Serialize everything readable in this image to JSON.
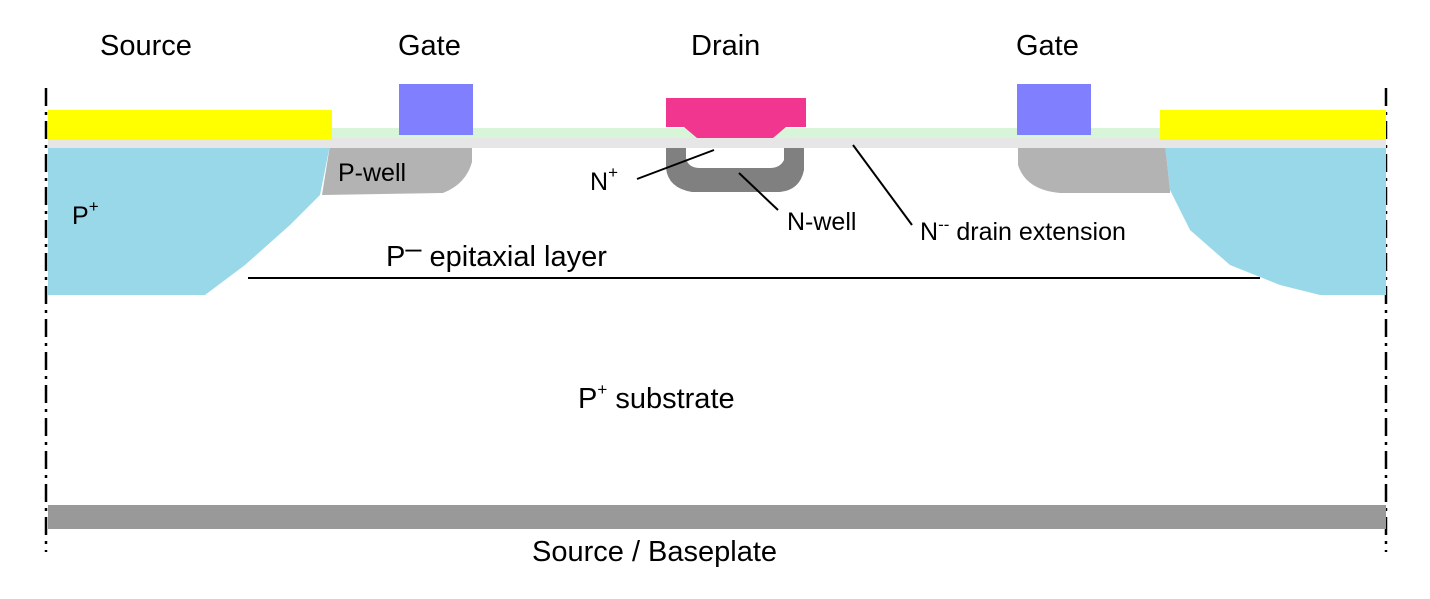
{
  "labels": {
    "source": "Source",
    "gate_left": "Gate",
    "drain": "Drain",
    "gate_right": "Gate",
    "p_well": "P-well",
    "n_plus_base": "N",
    "n_plus_sup": "+",
    "n_well": "N-well",
    "n_drift_base": "N",
    "n_drift_sup": "--",
    "n_drift_text": " drain extension",
    "p_plus_base": "P",
    "p_plus_sup": "+",
    "epi_base": "P",
    "epi_sup": "–",
    "epi_text": " epitaxial layer",
    "substrate_base": "P",
    "substrate_sup": "+",
    "substrate_text": " substrate",
    "baseplate": "Source / Baseplate"
  },
  "colors": {
    "source_metal": "#ffff00",
    "gate_poly": "#8080ff",
    "drain_metal": "#f0368f",
    "oxide": "#d9f5d9",
    "surface": "#e6e6e6",
    "p_plus": "#99d8e8",
    "p_well": "#b3b3b3",
    "n_well": "#808080",
    "baseplate": "#999999"
  }
}
